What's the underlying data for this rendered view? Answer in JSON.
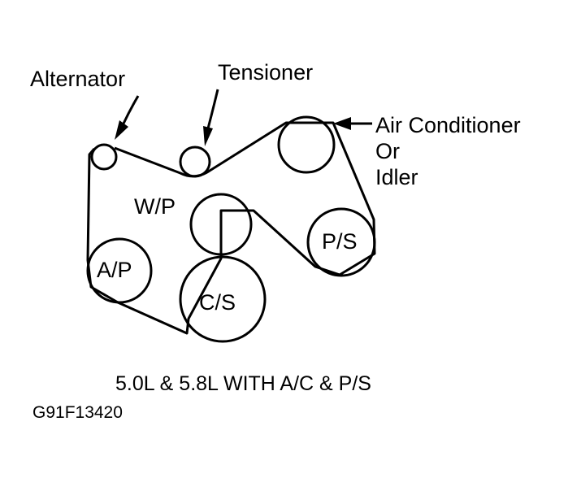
{
  "labels": {
    "alternator": "Alternator",
    "tensioner": "Tensioner",
    "air_conditioner_line1": "Air Conditioner",
    "air_conditioner_line2": "Or",
    "air_conditioner_line3": "Idler",
    "water_pump": "W/P",
    "power_steering": "P/S",
    "air_pump": "A/P",
    "crankshaft": "C/S"
  },
  "caption": "5.0L & 5.8L WITH A/C & P/S",
  "figure_id": "G91F13420"
}
